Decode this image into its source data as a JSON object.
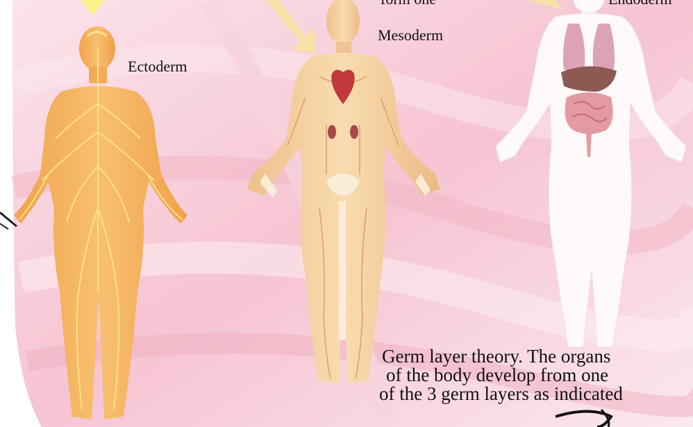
{
  "labels": {
    "ectoderm": "Ectoderm",
    "mesoderm": "Mesoderm",
    "endoderm_partial": "Endoderm",
    "top_cut_text": "form one"
  },
  "caption": {
    "line1": "Germ layer theory.  The organs",
    "line2": "of the body develop from one",
    "line3": "of the 3 germ layers as indicated"
  },
  "colors": {
    "background_pink": "#f6c7d4",
    "background_light": "#fbe4ea",
    "ectoderm_body": "#f3b25c",
    "ectoderm_nerves": "#fde58a",
    "mesoderm_body": "#f4d3a3",
    "endoderm_body": "#fffafa",
    "organs": "#d9828f",
    "arrow": "#f6dfa4"
  }
}
